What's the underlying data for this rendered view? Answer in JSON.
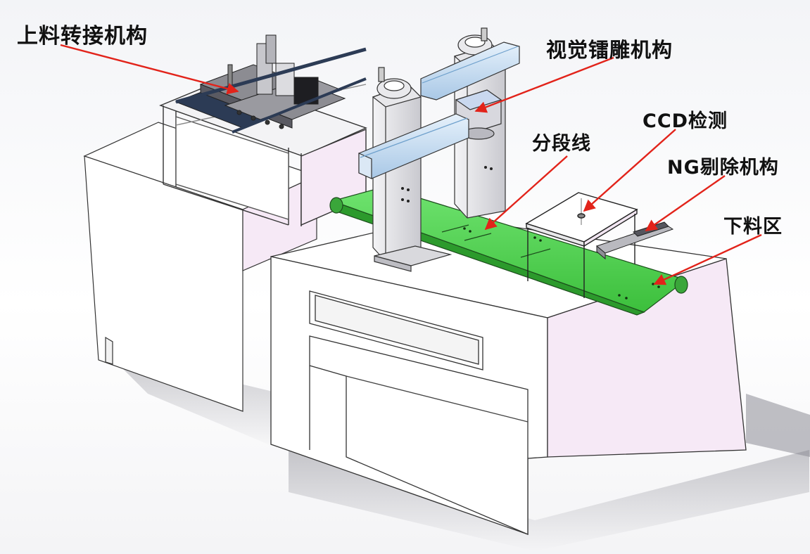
{
  "callouts": {
    "loading_transfer": "上料转接机构",
    "vision_engraving": "视觉镭雕机构",
    "ccd_inspection": "CCD检测",
    "segmented_line": "分段线",
    "ng_rejection": "NG剔除机构",
    "unloading_zone": "下料区"
  },
  "colors": {
    "annotation_arrow": "#e2231a",
    "conveyor_belt": "#4cd34c",
    "frame_white": "#ffffff",
    "frame_pink_side": "#f6e9f6",
    "steel_gray": "#c8c8cc",
    "beam_blue": "#bcd6ee"
  }
}
